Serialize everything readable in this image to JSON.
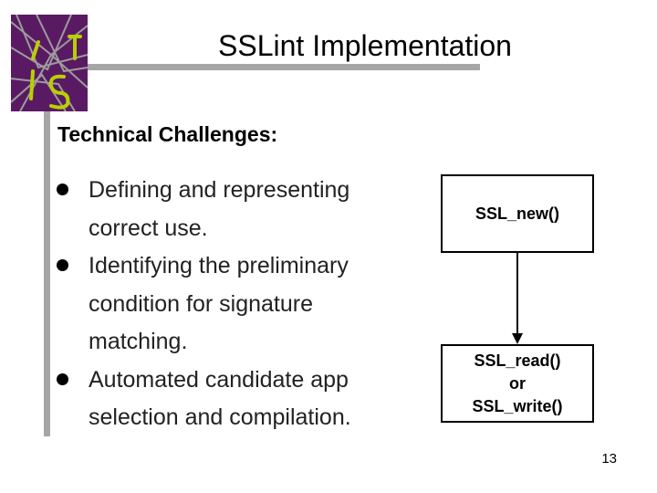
{
  "slide": {
    "title": "SSLint Implementation",
    "subtitle": "Technical Challenges:",
    "bullets": [
      "Defining and representing correct use.",
      "Identifying the preliminary condition for signature matching.",
      "Automated candidate app selection and compilation."
    ],
    "page_number": "13"
  },
  "diagram": {
    "top_box_label": "SSL_new()",
    "bottom_box_lines": [
      "SSL_read()",
      "or",
      "SSL_write()"
    ]
  },
  "colors": {
    "accent_bar": "#a6a6a6",
    "logo_purple": "#5a1a63",
    "logo_lines": "#9c9c9c",
    "logo_letters": "#b8d000"
  },
  "icons": {
    "logo": "institution-logo-icon",
    "bullet": "filled-circle-icon"
  }
}
